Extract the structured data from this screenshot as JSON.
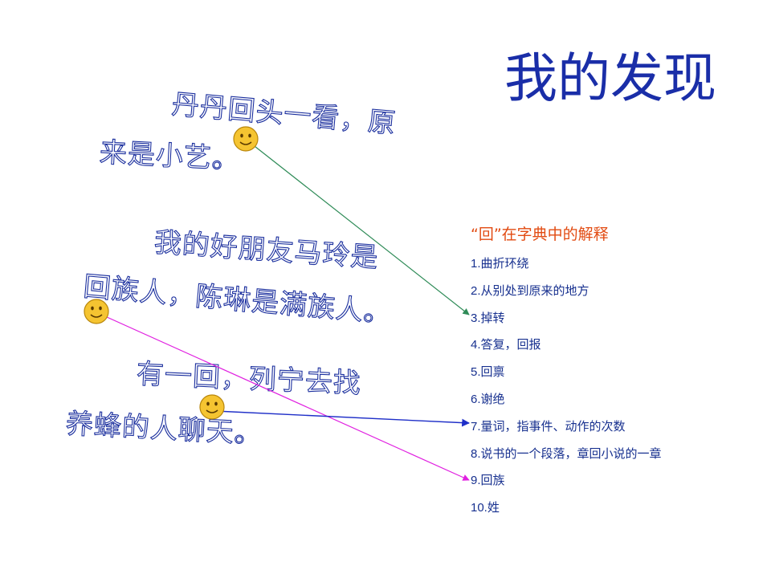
{
  "title": "我的发现",
  "sentences": [
    {
      "line1": "丹丹回头一看，原",
      "line2": "来是小艺。"
    },
    {
      "line1": "我的好朋友马玲是",
      "line2": "回族人，陈琳是满族人。"
    },
    {
      "line1": "有一回，列宁去找",
      "line2": "养蜂的人聊天。"
    }
  ],
  "dictionary": {
    "title": "“回”在字典中的解释",
    "items": [
      {
        "num": "1.",
        "text": "曲折环绕"
      },
      {
        "num": "2.",
        "text": "从别处到原来的地方"
      },
      {
        "num": "3.",
        "text": "掉转"
      },
      {
        "num": "4.",
        "text": "答复，回报"
      },
      {
        "num": "5.",
        "text": "回禀"
      },
      {
        "num": "6.",
        "text": "谢绝"
      },
      {
        "num": "7.",
        "text": "量词，指事件、动作的次数"
      },
      {
        "num": "8.",
        "text": "说书的一个段落，章回小说的一章"
      },
      {
        "num": "9.",
        "text": "回族"
      },
      {
        "num": "10.",
        "text": "姓"
      }
    ]
  },
  "colors": {
    "title": "#1a2ea8",
    "sentence_outline": "#1b2f9e",
    "dict_title": "#e24b12",
    "dict_items": "#17308f",
    "smiley_fill": "#f5c431",
    "arrow_1": "#2e8b57",
    "arrow_2": "#e020e0",
    "arrow_3": "#1f2fc8"
  },
  "icons": [
    "smiley-face-icon",
    "arrow-connector"
  ]
}
